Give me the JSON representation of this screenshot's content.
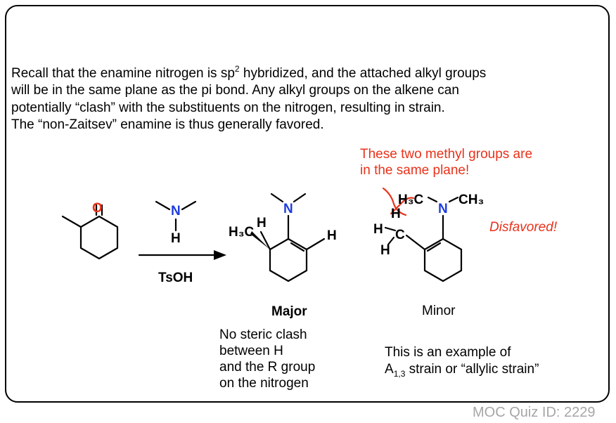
{
  "intro": {
    "line1_a": "Recall that the enamine nitrogen is sp",
    "line1_sup": "2",
    "line1_b": " hybridized, and the attached alkyl groups",
    "line2": "will be in the same plane as the pi bond. Any alkyl groups on the alkene can",
    "line3": "potentially “clash” with the substituents on the nitrogen, resulting in strain.",
    "line4": "The “non-Zaitsev” enamine is thus generally favored."
  },
  "note": {
    "line1": "These two methyl groups are",
    "line2": "in the same plane!"
  },
  "disfavored": "Disfavored!",
  "reactant": {
    "oxygen": "O"
  },
  "amine": {
    "nitrogen": "N",
    "hydrogen": "H"
  },
  "reagent": "TsOH",
  "major": {
    "label": "Major",
    "nitrogen": "N",
    "h3c": "H₃C",
    "h_wedge": "H",
    "h_vinyl": "H",
    "note": [
      "No steric clash",
      "between H",
      "and the R group",
      "on the nitrogen"
    ]
  },
  "minor": {
    "label": "Minor",
    "nitrogen": "N",
    "h3c": "H₃C",
    "ch3": "CH₃",
    "h_top": "H",
    "h_left": "H",
    "h_bottom": "H",
    "carbon": "C",
    "note_line1": "This is an example of",
    "note_line2_a": "A",
    "note_line2_sub": "1,3",
    "note_line2_b": " strain or “allylic strain”"
  },
  "quiz_id": "MOC Quiz ID: 2229",
  "colors": {
    "red": "#e8321a",
    "blue": "#1f3de0",
    "gray": "#a6a6a6"
  }
}
